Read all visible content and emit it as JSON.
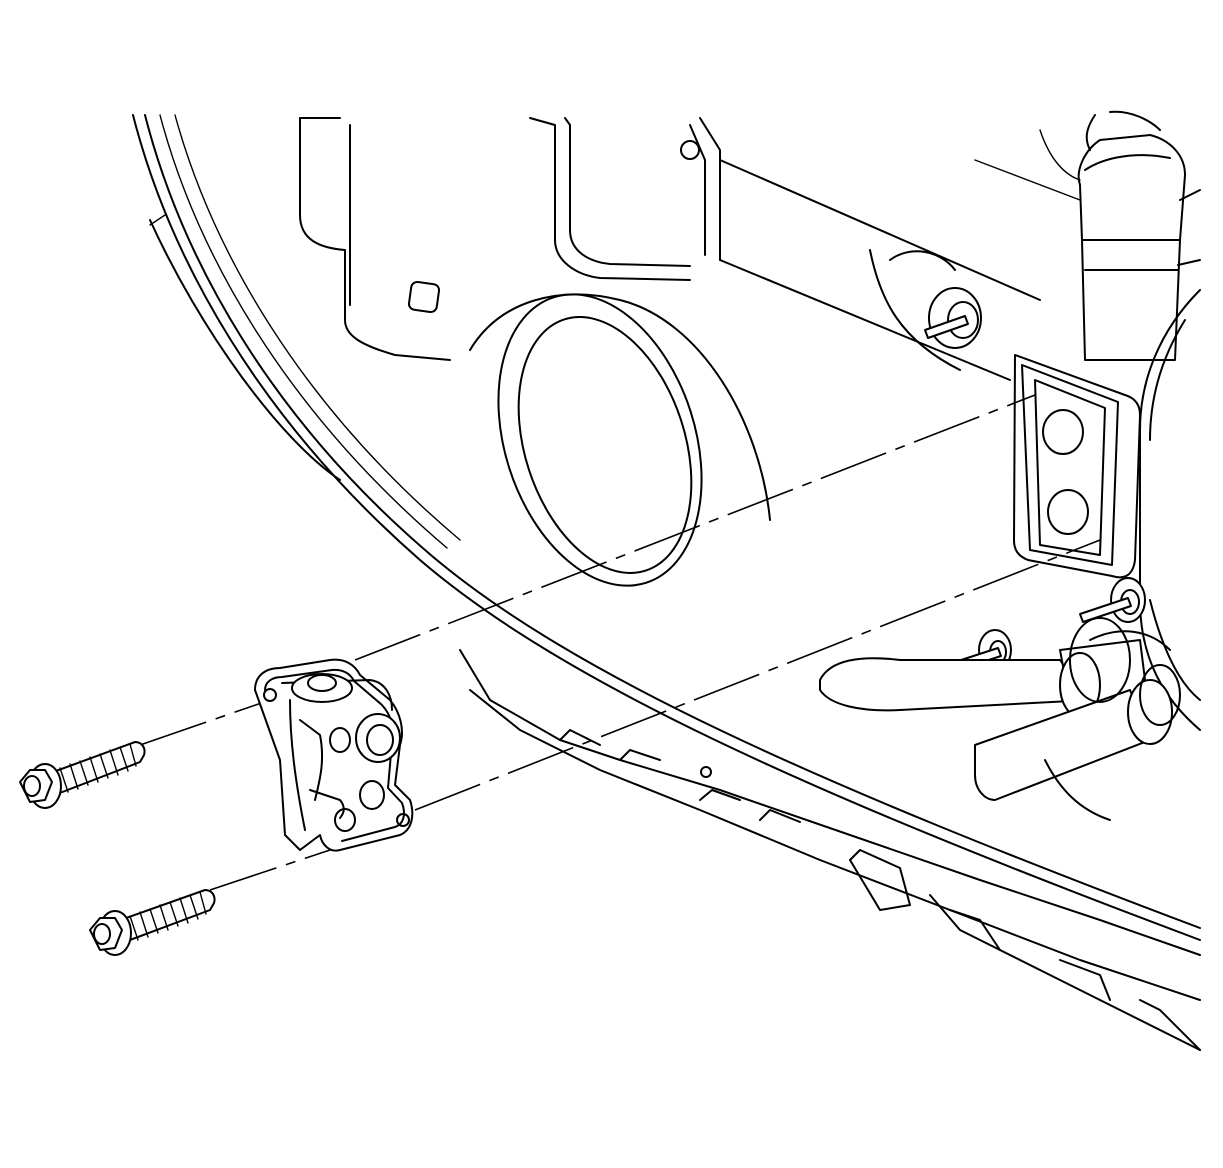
{
  "figure": {
    "background_color": "#ffffff",
    "line_color": "#000000",
    "components": [
      "vehicle-body-panel",
      "mounting-studs",
      "refrigerant-pipes",
      "expansion-valve",
      "mounting-bolts",
      "alignment-lines"
    ]
  }
}
